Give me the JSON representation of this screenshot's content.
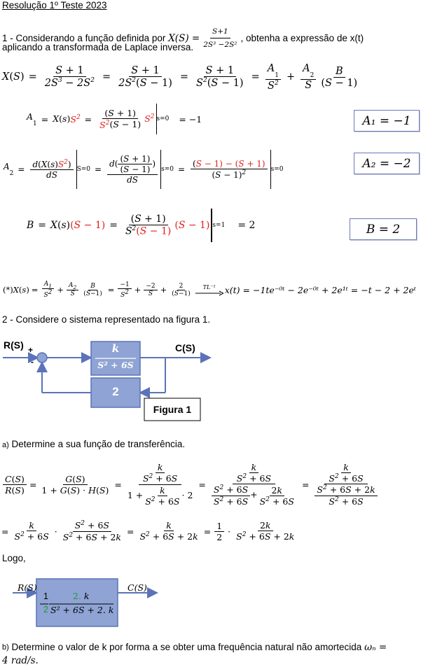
{
  "title": "Resolução 1º Teste 2023",
  "q1": {
    "text_a": "1 - Considerando a função definida por",
    "xs_lhs": "X(S) =",
    "xs_num": "S+1",
    "xs_den": "2S³ −2S²",
    "text_b": ", obtenha a expressão de x(t)",
    "text_c": "aplicando a transformada de Laplace inversa.",
    "result_a1": "A₁ = −1",
    "result_a2": "A₂ = −2",
    "result_b": "B = 2",
    "a1_value": "= −1",
    "a2_value": "",
    "b_value": "= 2",
    "star_label": "(*)",
    "tl_label": "TL⁻¹",
    "xt_result": "x(t) = −1te⁻⁰ᵗ − 2e⁻⁰ᵗ + 2e¹ᵗ = −t − 2 + 2eᵗ"
  },
  "q2": {
    "text": "2 - Considere o sistema representado na figura 1.",
    "fig": {
      "input_label": "R(S)",
      "output_label": "C(S)",
      "plus": "+",
      "minus": "-",
      "forward_num": "k",
      "forward_den": "S² + 6S",
      "feedback_gain": "2",
      "caption": "Figura 1"
    },
    "a_label": "a)",
    "a_text": "Determine a sua função de transferência.",
    "logo": "Logo,",
    "tf_block": {
      "input_label": "R(S)",
      "output_label": "C(S)",
      "one": "1",
      "two": "2",
      "num_coef": "2.",
      "num_var": "k",
      "den": "S² + 6S + 2. k"
    },
    "b_label": "b)",
    "b_text": "Determine o valor de k por forma a se obter uma frequência natural não amortecida",
    "b_symbol": "ωₙ =",
    "b_value": "4 rad/s."
  },
  "colors": {
    "block_fill": "#8fa3d4",
    "block_border": "#5b73b8",
    "arrow": "#5b73b8",
    "result_box_border": "#6d78b3",
    "highlight_red": "#e0201b",
    "highlight_green": "#1c9a3b"
  }
}
